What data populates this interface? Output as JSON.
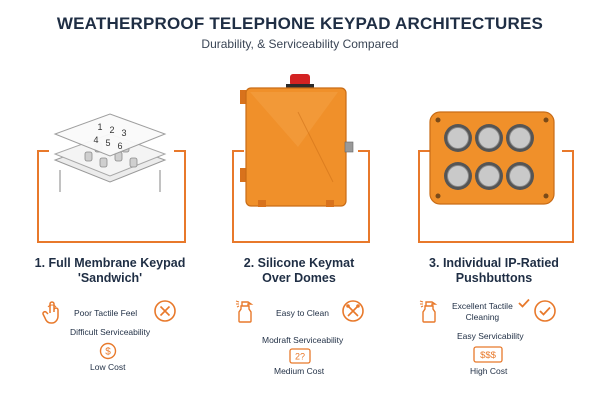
{
  "header": {
    "title": "WEATHERPROOF TELEPHONE KEYPAD ARCHITECTURES",
    "subtitle": "Durability, & Serviceability Compared"
  },
  "colors": {
    "accent": "#e8792b",
    "enclosure": "#f0902a",
    "heading": "#1f2e44"
  },
  "architectures": [
    {
      "heading_line1": "1. Full Membrane Keypad",
      "heading_line2": "'Sandwich'",
      "keypad_digits": [
        "1",
        "2",
        "3",
        "4",
        "5",
        "6"
      ],
      "keypad_rows": [
        "1 2 3",
        "4 5 6"
      ],
      "tactile": "Poor Tactile Feel",
      "serviceability": "Difficult Serviceability",
      "cost_symbol": "$",
      "cost": "Low Cost",
      "icons": [
        "hand-press-icon",
        "x-circle-icon",
        "dollar-coin-icon"
      ]
    },
    {
      "heading_line1": "2. Silicone Keymat",
      "heading_line2": "Over Domes",
      "cleaning": "Easy to Clean",
      "serviceability": "Modraft Serviceability",
      "cost_symbol": "2?",
      "cost": "Medium Cost",
      "icons": [
        "spray-bottle-icon",
        "tools-circle-icon",
        "cost-box-icon"
      ]
    },
    {
      "heading_line1": "3. Individual IP-Ratied",
      "heading_line2": "Pushbuttons",
      "tactile_line1": "Excellent Tactile",
      "tactile_line2": "Cleaning",
      "serviceability": "Easy Servicability",
      "cost_symbol": "$$$",
      "cost": "High Cost",
      "icons": [
        "spray-bottle-icon",
        "checkmark-icon",
        "check-circle-icon",
        "cost-box-icon"
      ]
    }
  ]
}
